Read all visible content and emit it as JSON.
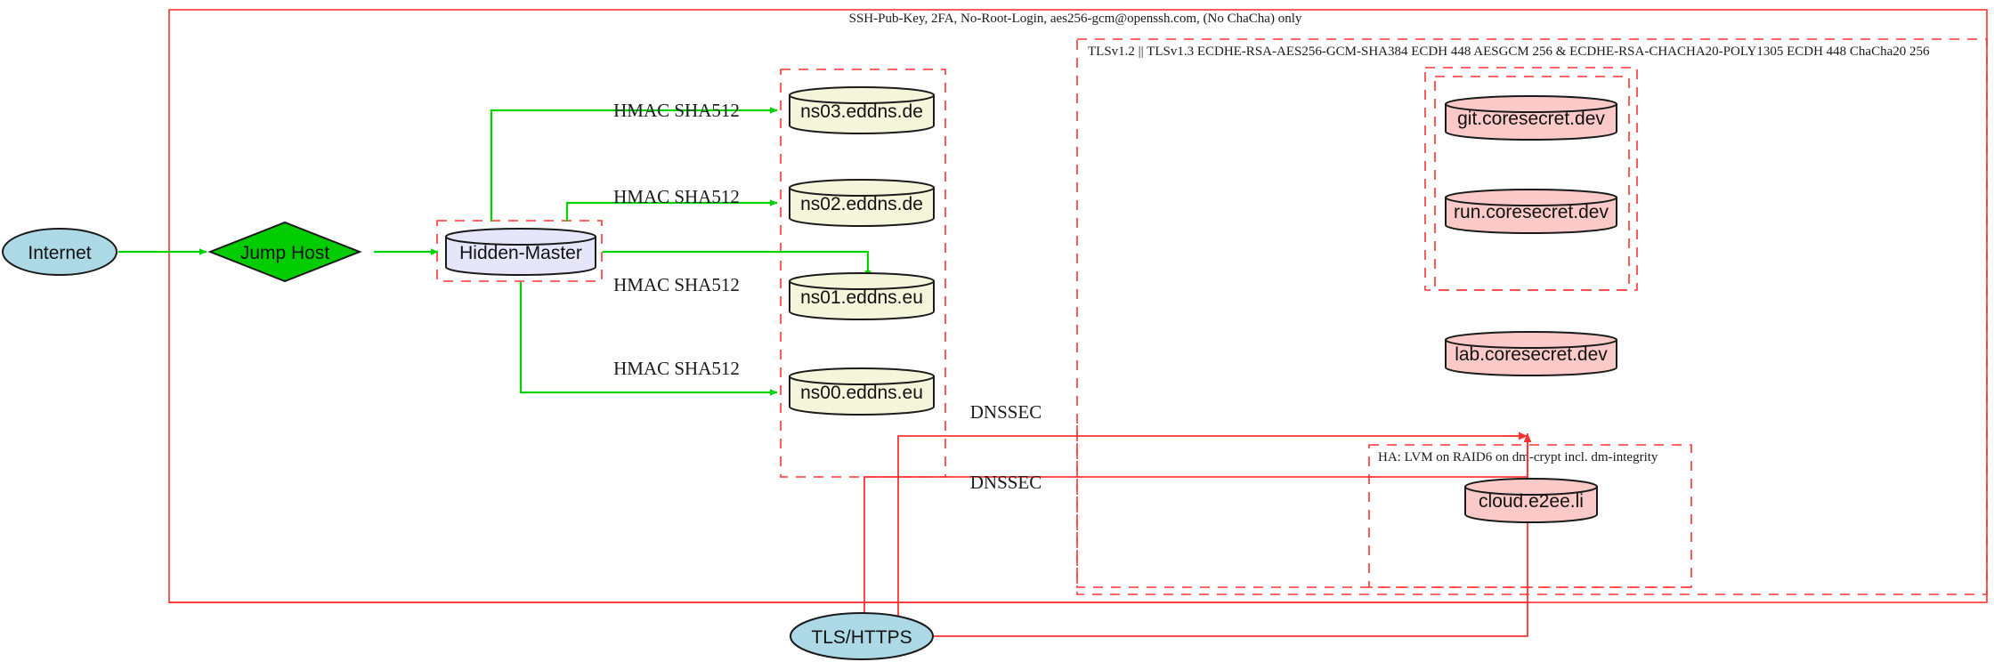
{
  "diagram": {
    "title_label": "SSH-Pub-Key, 2FA, No-Root-Login, aes256-gcm@openssh.com, (No ChaCha) only",
    "clusters": [
      {
        "name": "ssh-cluster",
        "label": "SSH-Pub-Key, 2FA, No-Root-Login, aes256-gcm@openssh.com, (No ChaCha) only"
      },
      {
        "name": "tls-cluster",
        "label": "TLSv1.2 || TLSv1.3 ECDHE-RSA-AES256-GCM-SHA384 ECDH 448 AESGCM 256 & ECDHE-RSA-CHACHA20-POLY1305 ECDH 448 ChaCha20 256"
      },
      {
        "name": "ha-cluster",
        "label": "HA: LVM on RAID6 on dm-crypt incl. dm-integrity"
      }
    ],
    "nodes": [
      {
        "name": "internet",
        "label": "Internet",
        "shape": "ellipse",
        "fill": "#add8e6"
      },
      {
        "name": "jump-host",
        "label": "Jump Host",
        "shape": "diamond",
        "fill": "#00cc00"
      },
      {
        "name": "hidden-master",
        "label": "Hidden-Master",
        "shape": "cylinder",
        "fill": "#e6e6fa"
      },
      {
        "name": "ns03",
        "label": "ns03.eddns.de",
        "shape": "cylinder",
        "fill": "#f5f5dc"
      },
      {
        "name": "ns02",
        "label": "ns02.eddns.de",
        "shape": "cylinder",
        "fill": "#f5f5dc"
      },
      {
        "name": "ns01",
        "label": "ns01.eddns.eu",
        "shape": "cylinder",
        "fill": "#f5f5dc"
      },
      {
        "name": "ns00",
        "label": "ns00.eddns.eu",
        "shape": "cylinder",
        "fill": "#f5f5dc"
      },
      {
        "name": "git-coresecret",
        "label": "git.coresecret.dev",
        "shape": "cylinder",
        "fill": "#fcc9c9"
      },
      {
        "name": "run-coresecret",
        "label": "run.coresecret.dev",
        "shape": "cylinder",
        "fill": "#fcc9c9"
      },
      {
        "name": "lab-coresecret",
        "label": "lab.coresecret.dev",
        "shape": "cylinder",
        "fill": "#fcc9c9"
      },
      {
        "name": "cloud-e2ee",
        "label": "cloud.e2ee.li",
        "shape": "cylinder",
        "fill": "#fcc9c9"
      },
      {
        "name": "tls-https",
        "label": "TLS/HTTPS",
        "shape": "ellipse",
        "fill": "#add8e6"
      }
    ],
    "edge_labels": {
      "hmac_ns03": "HMAC SHA512",
      "hmac_ns02": "HMAC SHA512",
      "hmac_ns01": "HMAC SHA512",
      "hmac_ns00": "HMAC SHA512",
      "dnssec_upper": "DNSSEC",
      "dnssec_lower": "DNSSEC"
    },
    "colors": {
      "edge_green": "#00d400",
      "edge_red": "#ff3333",
      "cluster_border": "#ff3333",
      "node_outline": "#1a1a1a"
    }
  }
}
